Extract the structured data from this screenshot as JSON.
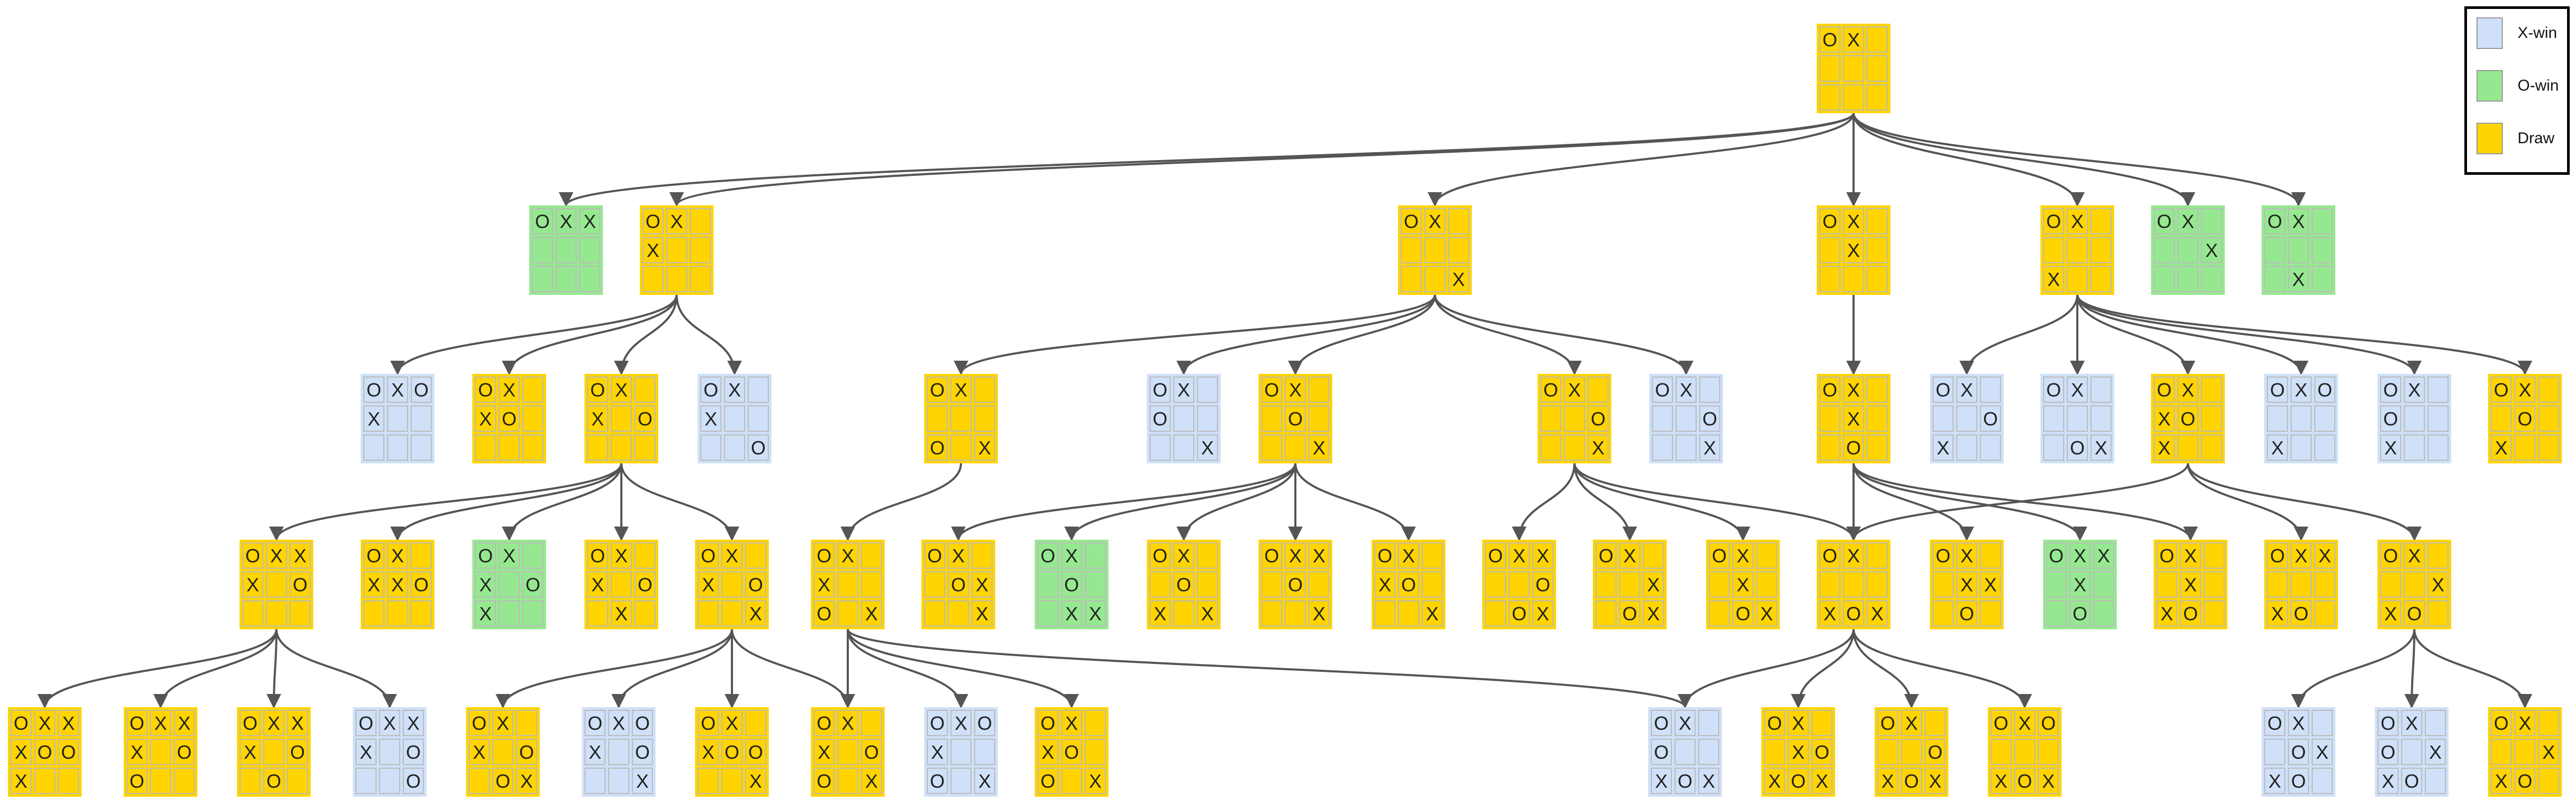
{
  "colors": {
    "xwin": "#cfe0f8",
    "owin": "#96e890",
    "draw": "#ffd400",
    "edge": "#555555",
    "cell_border": "#bbbbbb"
  },
  "legend": [
    {
      "label": "X-win",
      "state": "xwin"
    },
    {
      "label": "O-win",
      "state": "owin"
    },
    {
      "label": "Draw",
      "state": "draw"
    }
  ],
  "nodes": [
    {
      "id": "root",
      "state": "draw",
      "board": "OX......."
    },
    {
      "id": "l1a",
      "state": "owin",
      "board": "OXX......"
    },
    {
      "id": "l1b",
      "state": "draw",
      "board": "OX.X....."
    },
    {
      "id": "l1c",
      "state": "draw",
      "board": "OX......X"
    },
    {
      "id": "l1d",
      "state": "draw",
      "board": "OX..X...."
    },
    {
      "id": "l1e",
      "state": "draw",
      "board": "OX....X.."
    },
    {
      "id": "l1f",
      "state": "owin",
      "board": "OX...X..."
    },
    {
      "id": "l1g",
      "state": "owin",
      "board": "OX.....X."
    },
    {
      "id": "l2a",
      "state": "xwin",
      "board": "OXOX....."
    },
    {
      "id": "l2b",
      "state": "draw",
      "board": "OX.XO...."
    },
    {
      "id": "l2c",
      "state": "draw",
      "board": "OX.X.O..."
    },
    {
      "id": "l2d",
      "state": "xwin",
      "board": "OX.X....O"
    },
    {
      "id": "l2e",
      "state": "draw",
      "board": "OX....O.X"
    },
    {
      "id": "l2f",
      "state": "xwin",
      "board": "OX.O....X"
    },
    {
      "id": "l2g",
      "state": "draw",
      "board": "OX..O...X"
    },
    {
      "id": "l2h",
      "state": "draw",
      "board": "OX...O..X"
    },
    {
      "id": "l2i",
      "state": "xwin",
      "board": "OX...O..X"
    },
    {
      "id": "l2j",
      "state": "draw",
      "board": "OX..X..O."
    },
    {
      "id": "l2k",
      "state": "xwin",
      "board": "OX...OX.."
    },
    {
      "id": "l2l",
      "state": "xwin",
      "board": "OX.....OX"
    },
    {
      "id": "l2m",
      "state": "draw",
      "board": "OX.XO.X.."
    },
    {
      "id": "l2n",
      "state": "xwin",
      "board": "OXO...X.."
    },
    {
      "id": "l2o",
      "state": "xwin",
      "board": "OX.O..X.."
    },
    {
      "id": "l2p",
      "state": "draw",
      "board": "OX..O.X.."
    },
    {
      "id": "l3a",
      "state": "draw",
      "board": "OXXX.O..."
    },
    {
      "id": "l3b",
      "state": "draw",
      "board": "OX.XXO..."
    },
    {
      "id": "l3c",
      "state": "owin",
      "board": "OX.X.OX.."
    },
    {
      "id": "l3d",
      "state": "draw",
      "board": "OX.X.O.X."
    },
    {
      "id": "l3e",
      "state": "draw",
      "board": "OX.X.O..X"
    },
    {
      "id": "l3f",
      "state": "draw",
      "board": "OX.X..O.X"
    },
    {
      "id": "l3g",
      "state": "draw",
      "board": "OX..OX..X"
    },
    {
      "id": "l3h",
      "state": "owin",
      "board": "OX..O..XX"
    },
    {
      "id": "l3i",
      "state": "draw",
      "board": "OX..O.X.X"
    },
    {
      "id": "l3j",
      "state": "draw",
      "board": "OXX.O...X"
    },
    {
      "id": "l3k",
      "state": "draw",
      "board": "OX.XO...X"
    },
    {
      "id": "l3l",
      "state": "draw",
      "board": "OXX..O.OX"
    },
    {
      "id": "l3m",
      "state": "draw",
      "board": "OX...X.OX"
    },
    {
      "id": "l3n",
      "state": "draw",
      "board": "OX..X..OX"
    },
    {
      "id": "l3o",
      "state": "draw",
      "board": "OX....XOX"
    },
    {
      "id": "l3p",
      "state": "draw",
      "board": "OX..XX.O."
    },
    {
      "id": "l3q",
      "state": "owin",
      "board": "OXX.X..O."
    },
    {
      "id": "l3r",
      "state": "draw",
      "board": "OX..X.XO."
    },
    {
      "id": "l3s",
      "state": "draw",
      "board": "OXX...XO."
    },
    {
      "id": "l3t",
      "state": "draw",
      "board": "OX...XXO."
    },
    {
      "id": "l4a",
      "state": "draw",
      "board": "OXXXOOX.."
    },
    {
      "id": "l4b",
      "state": "draw",
      "board": "OXXX.OO.."
    },
    {
      "id": "l4c",
      "state": "draw",
      "board": "OXXX.O.O."
    },
    {
      "id": "l4d",
      "state": "xwin",
      "board": "OXXX.O..O"
    },
    {
      "id": "l4e",
      "state": "draw",
      "board": "OX.X.O.OX"
    },
    {
      "id": "l4f",
      "state": "xwin",
      "board": "OXOX.O..X"
    },
    {
      "id": "l4g",
      "state": "draw",
      "board": "OX.XOO..X"
    },
    {
      "id": "l4h",
      "state": "draw",
      "board": "OX.X.OO.X"
    },
    {
      "id": "l4i",
      "state": "xwin",
      "board": "OXOX..O.X"
    },
    {
      "id": "l4j",
      "state": "draw",
      "board": "OX.XO.O.X"
    },
    {
      "id": "l4k",
      "state": "xwin",
      "board": "OX.O..XOX"
    },
    {
      "id": "l4l",
      "state": "draw",
      "board": "OX..XOXOX"
    },
    {
      "id": "l4m",
      "state": "draw",
      "board": "OX...OXOX"
    },
    {
      "id": "l4n",
      "state": "draw",
      "board": "OXO...XOX"
    },
    {
      "id": "l4o",
      "state": "xwin",
      "board": "OX..OXXO."
    },
    {
      "id": "l4p",
      "state": "xwin",
      "board": "OX.O.XXO."
    },
    {
      "id": "l4q",
      "state": "draw",
      "board": "OX...XXO."
    }
  ],
  "edges": [
    [
      "root",
      "l1a"
    ],
    [
      "root",
      "l1b"
    ],
    [
      "root",
      "l1c"
    ],
    [
      "root",
      "l1d"
    ],
    [
      "root",
      "l1e"
    ],
    [
      "root",
      "l1f"
    ],
    [
      "root",
      "l1g"
    ],
    [
      "l1b",
      "l2a"
    ],
    [
      "l1b",
      "l2b"
    ],
    [
      "l1b",
      "l2c"
    ],
    [
      "l1b",
      "l2d"
    ],
    [
      "l1c",
      "l2e"
    ],
    [
      "l1c",
      "l2f"
    ],
    [
      "l1c",
      "l2g"
    ],
    [
      "l1c",
      "l2h"
    ],
    [
      "l1c",
      "l2i"
    ],
    [
      "l1d",
      "l2j"
    ],
    [
      "l1e",
      "l2k"
    ],
    [
      "l1e",
      "l2l"
    ],
    [
      "l1e",
      "l2m"
    ],
    [
      "l1e",
      "l2n"
    ],
    [
      "l1e",
      "l2o"
    ],
    [
      "l1e",
      "l2p"
    ],
    [
      "l2c",
      "l3a"
    ],
    [
      "l2c",
      "l3b"
    ],
    [
      "l2c",
      "l3c"
    ],
    [
      "l2c",
      "l3d"
    ],
    [
      "l2c",
      "l3e"
    ],
    [
      "l2e",
      "l3f"
    ],
    [
      "l2g",
      "l3g"
    ],
    [
      "l2g",
      "l3h"
    ],
    [
      "l2g",
      "l3i"
    ],
    [
      "l2g",
      "l3j"
    ],
    [
      "l2g",
      "l3k"
    ],
    [
      "l2h",
      "l3l"
    ],
    [
      "l2h",
      "l3m"
    ],
    [
      "l2h",
      "l3n"
    ],
    [
      "l2h",
      "l3o"
    ],
    [
      "l2j",
      "l3o"
    ],
    [
      "l2j",
      "l3p"
    ],
    [
      "l2j",
      "l3q"
    ],
    [
      "l2j",
      "l3r"
    ],
    [
      "l2m",
      "l3o"
    ],
    [
      "l2m",
      "l3s"
    ],
    [
      "l2m",
      "l3t"
    ],
    [
      "l3a",
      "l4a"
    ],
    [
      "l3a",
      "l4b"
    ],
    [
      "l3a",
      "l4c"
    ],
    [
      "l3a",
      "l4d"
    ],
    [
      "l3e",
      "l4e"
    ],
    [
      "l3e",
      "l4f"
    ],
    [
      "l3e",
      "l4g"
    ],
    [
      "l3e",
      "l4h"
    ],
    [
      "l3f",
      "l4i"
    ],
    [
      "l3f",
      "l4j"
    ],
    [
      "l3f",
      "l4k"
    ],
    [
      "l3f",
      "l4h"
    ],
    [
      "l3o",
      "l4k"
    ],
    [
      "l3o",
      "l4l"
    ],
    [
      "l3o",
      "l4m"
    ],
    [
      "l3o",
      "l4n"
    ],
    [
      "l3t",
      "l4o"
    ],
    [
      "l3t",
      "l4p"
    ],
    [
      "l3t",
      "l4q"
    ]
  ]
}
